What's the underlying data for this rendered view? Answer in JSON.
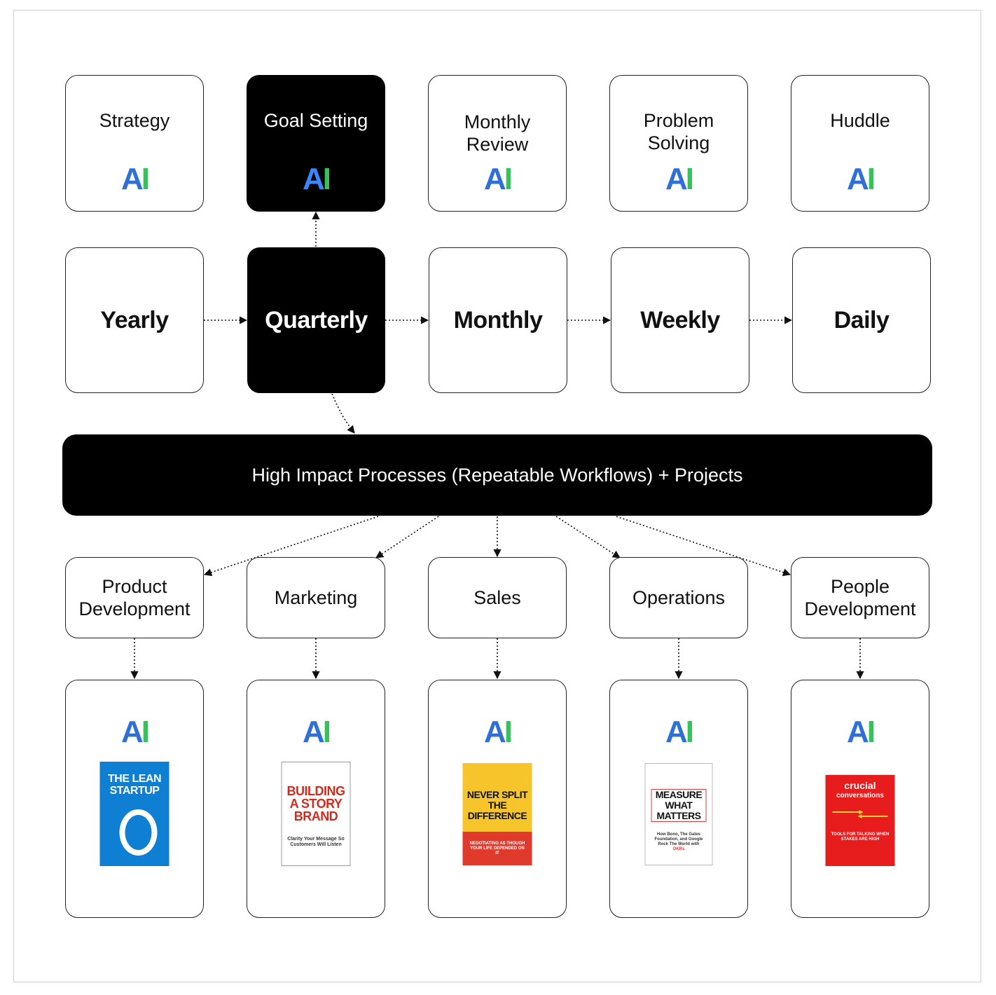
{
  "tools": [
    {
      "label": "Strategy",
      "ai": "AI",
      "active": false
    },
    {
      "label": "Goal Setting",
      "ai": "AI",
      "active": true
    },
    {
      "label": "Monthly Review",
      "ai": "AI",
      "active": false
    },
    {
      "label": "Problem Solving",
      "ai": "AI",
      "active": false
    },
    {
      "label": "Huddle",
      "ai": "AI",
      "active": false
    }
  ],
  "cadences": [
    {
      "label": "Yearly",
      "active": false
    },
    {
      "label": "Quarterly",
      "active": true
    },
    {
      "label": "Monthly",
      "active": false
    },
    {
      "label": "Weekly",
      "active": false
    },
    {
      "label": "Daily",
      "active": false
    }
  ],
  "processes": {
    "label": "High Impact Processes (Repeatable Workflows) + Projects"
  },
  "functions": [
    {
      "label": "Product Development"
    },
    {
      "label": "Marketing"
    },
    {
      "label": "Sales"
    },
    {
      "label": "Operations"
    },
    {
      "label": "People Development"
    }
  ],
  "books": [
    {
      "ai": "AI",
      "cover_title": "THE LEAN STARTUP"
    },
    {
      "ai": "AI",
      "cover_title": "BUILDING A STORY BRAND",
      "cover_subtitle": "Clarity Your Message So Customers Will Listen"
    },
    {
      "ai": "AI",
      "cover_title": "NEVER SPLIT THE DIFFERENCE",
      "cover_subtitle": "NEGOTIATING AS THOUGH YOUR LIFE DEPENDED ON IT"
    },
    {
      "ai": "AI",
      "cover_title": "MEASURE WHAT MATTERS",
      "cover_subtitle": "How Bono, The Gates Foundation, and Google Rock The World with",
      "cover_accent": "OKRs"
    },
    {
      "ai": "AI",
      "cover_title": "crucial",
      "cover_title_2": "conversations",
      "cover_subtitle": "TOOLS FOR TALKING WHEN STAKES ARE HIGH"
    }
  ],
  "colors": {
    "ai_blue": "#2f6fd8",
    "ai_green": "#35c25a",
    "dark": "#000000",
    "border": "#222222"
  }
}
